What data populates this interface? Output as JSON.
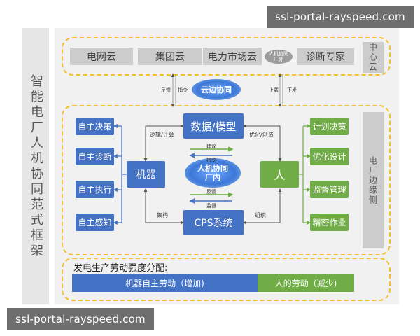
{
  "watermark": "ssl-portal-rayspeed.com",
  "side_title": "智能电厂人机协同范式框架",
  "cloud": {
    "items": [
      "电网云",
      "集团云",
      "电力市场云"
    ],
    "oval_label": "人机协同\n厂外",
    "expert": "诊断专家",
    "center_label": "中心云"
  },
  "cloud_edge": {
    "label": "云边协同",
    "left_labels": [
      "反馈",
      "指令"
    ],
    "right_labels": [
      "上载",
      "下发"
    ]
  },
  "edge": {
    "left_boxes": [
      "自主决策",
      "自主诊断",
      "自主执行",
      "自主感知"
    ],
    "machine": "机器",
    "data_model": "数据/模型",
    "cps": "CPS系统",
    "human": "人",
    "collab": "人机协同\n厂内",
    "right_boxes": [
      "计划决策",
      "优化设计",
      "监督管理",
      "精密作业"
    ],
    "edge_label": "电厂边缘侧",
    "link_labels": {
      "logic": "逻辑/计算",
      "optimize": "优化/创造",
      "suggest": "建议",
      "command": "指令",
      "feedback": "反馈",
      "supervise": "监督",
      "architecture": "架构",
      "organize": "组织"
    }
  },
  "labor": {
    "title": "发电生产劳动强度分配:",
    "machine": "机器自主劳动（增加)",
    "human": "人的劳动（减少)"
  },
  "colors": {
    "blue": "#4472c4",
    "green": "#70ad47",
    "dash": "#f2c030",
    "gray": "#cccccc"
  }
}
